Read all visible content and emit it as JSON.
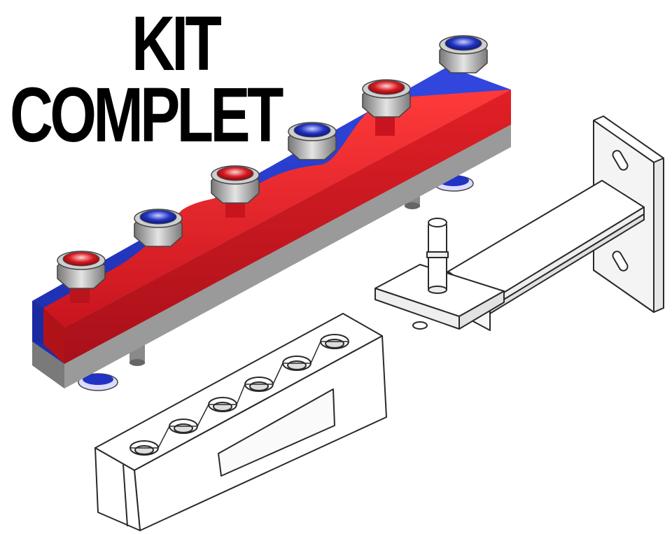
{
  "title": {
    "line1": "KIT",
    "line2": "COMPLET"
  },
  "colors": {
    "hot": "#c8141e",
    "cold": "#1c2fb0",
    "body_gray": "#8c8c8c",
    "nut_gray": "#a9a9a9",
    "line_art": "#2a2a2a",
    "background": "#ffffff"
  },
  "components": [
    {
      "name": "manifold-icon",
      "description_icon": "hydraulic-collector"
    },
    {
      "name": "insulation-shell-icon",
      "description_icon": "insulation-block"
    },
    {
      "name": "wall-bracket-icon",
      "description_icon": "mounting-bracket"
    }
  ]
}
